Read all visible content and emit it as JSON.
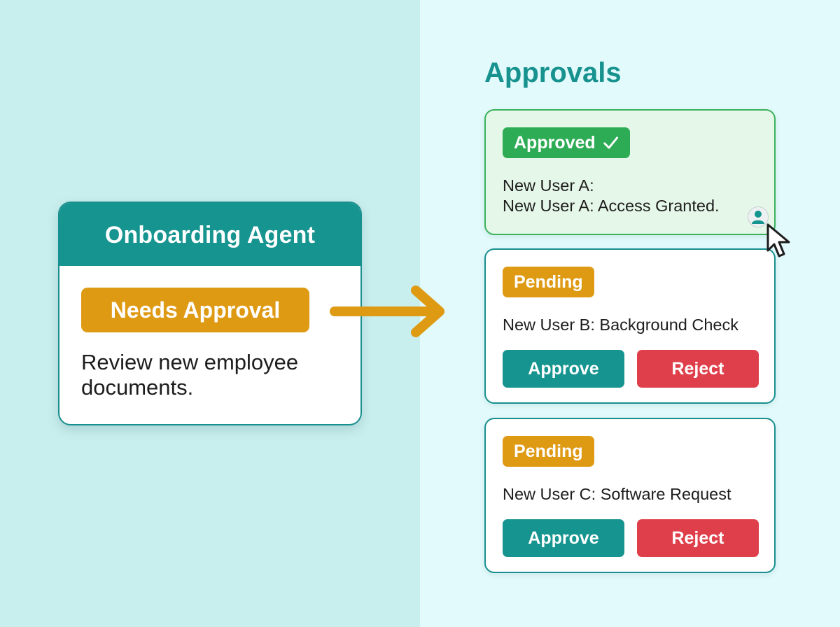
{
  "agent": {
    "title": "Onboarding Agent",
    "badge": "Needs Approval",
    "description": "Review new employee documents."
  },
  "approvals": {
    "title": "Approvals",
    "requests": [
      {
        "status": "Approved",
        "status_color": "#2eab55",
        "lines": [
          "New User A:",
          "New User A: Access Granted."
        ]
      },
      {
        "status": "Pending",
        "status_color": "#df9a14",
        "lines": [
          "New User B: Background Check"
        ],
        "approve_label": "Approve",
        "reject_label": "Reject"
      },
      {
        "status": "Pending",
        "status_color": "#df9a14",
        "lines": [
          "New User C: Software Request"
        ],
        "approve_label": "Approve",
        "reject_label": "Reject"
      }
    ]
  },
  "colors": {
    "teal": "#16948f",
    "amber": "#df9a14",
    "green": "#2eab55",
    "red": "#df3f4a",
    "left_background": "#c9eeee",
    "right_background": "#e2fafb"
  },
  "icons": [
    "check-icon",
    "arrow-right-icon",
    "user-avatar-icon",
    "mouse-pointer-icon"
  ]
}
